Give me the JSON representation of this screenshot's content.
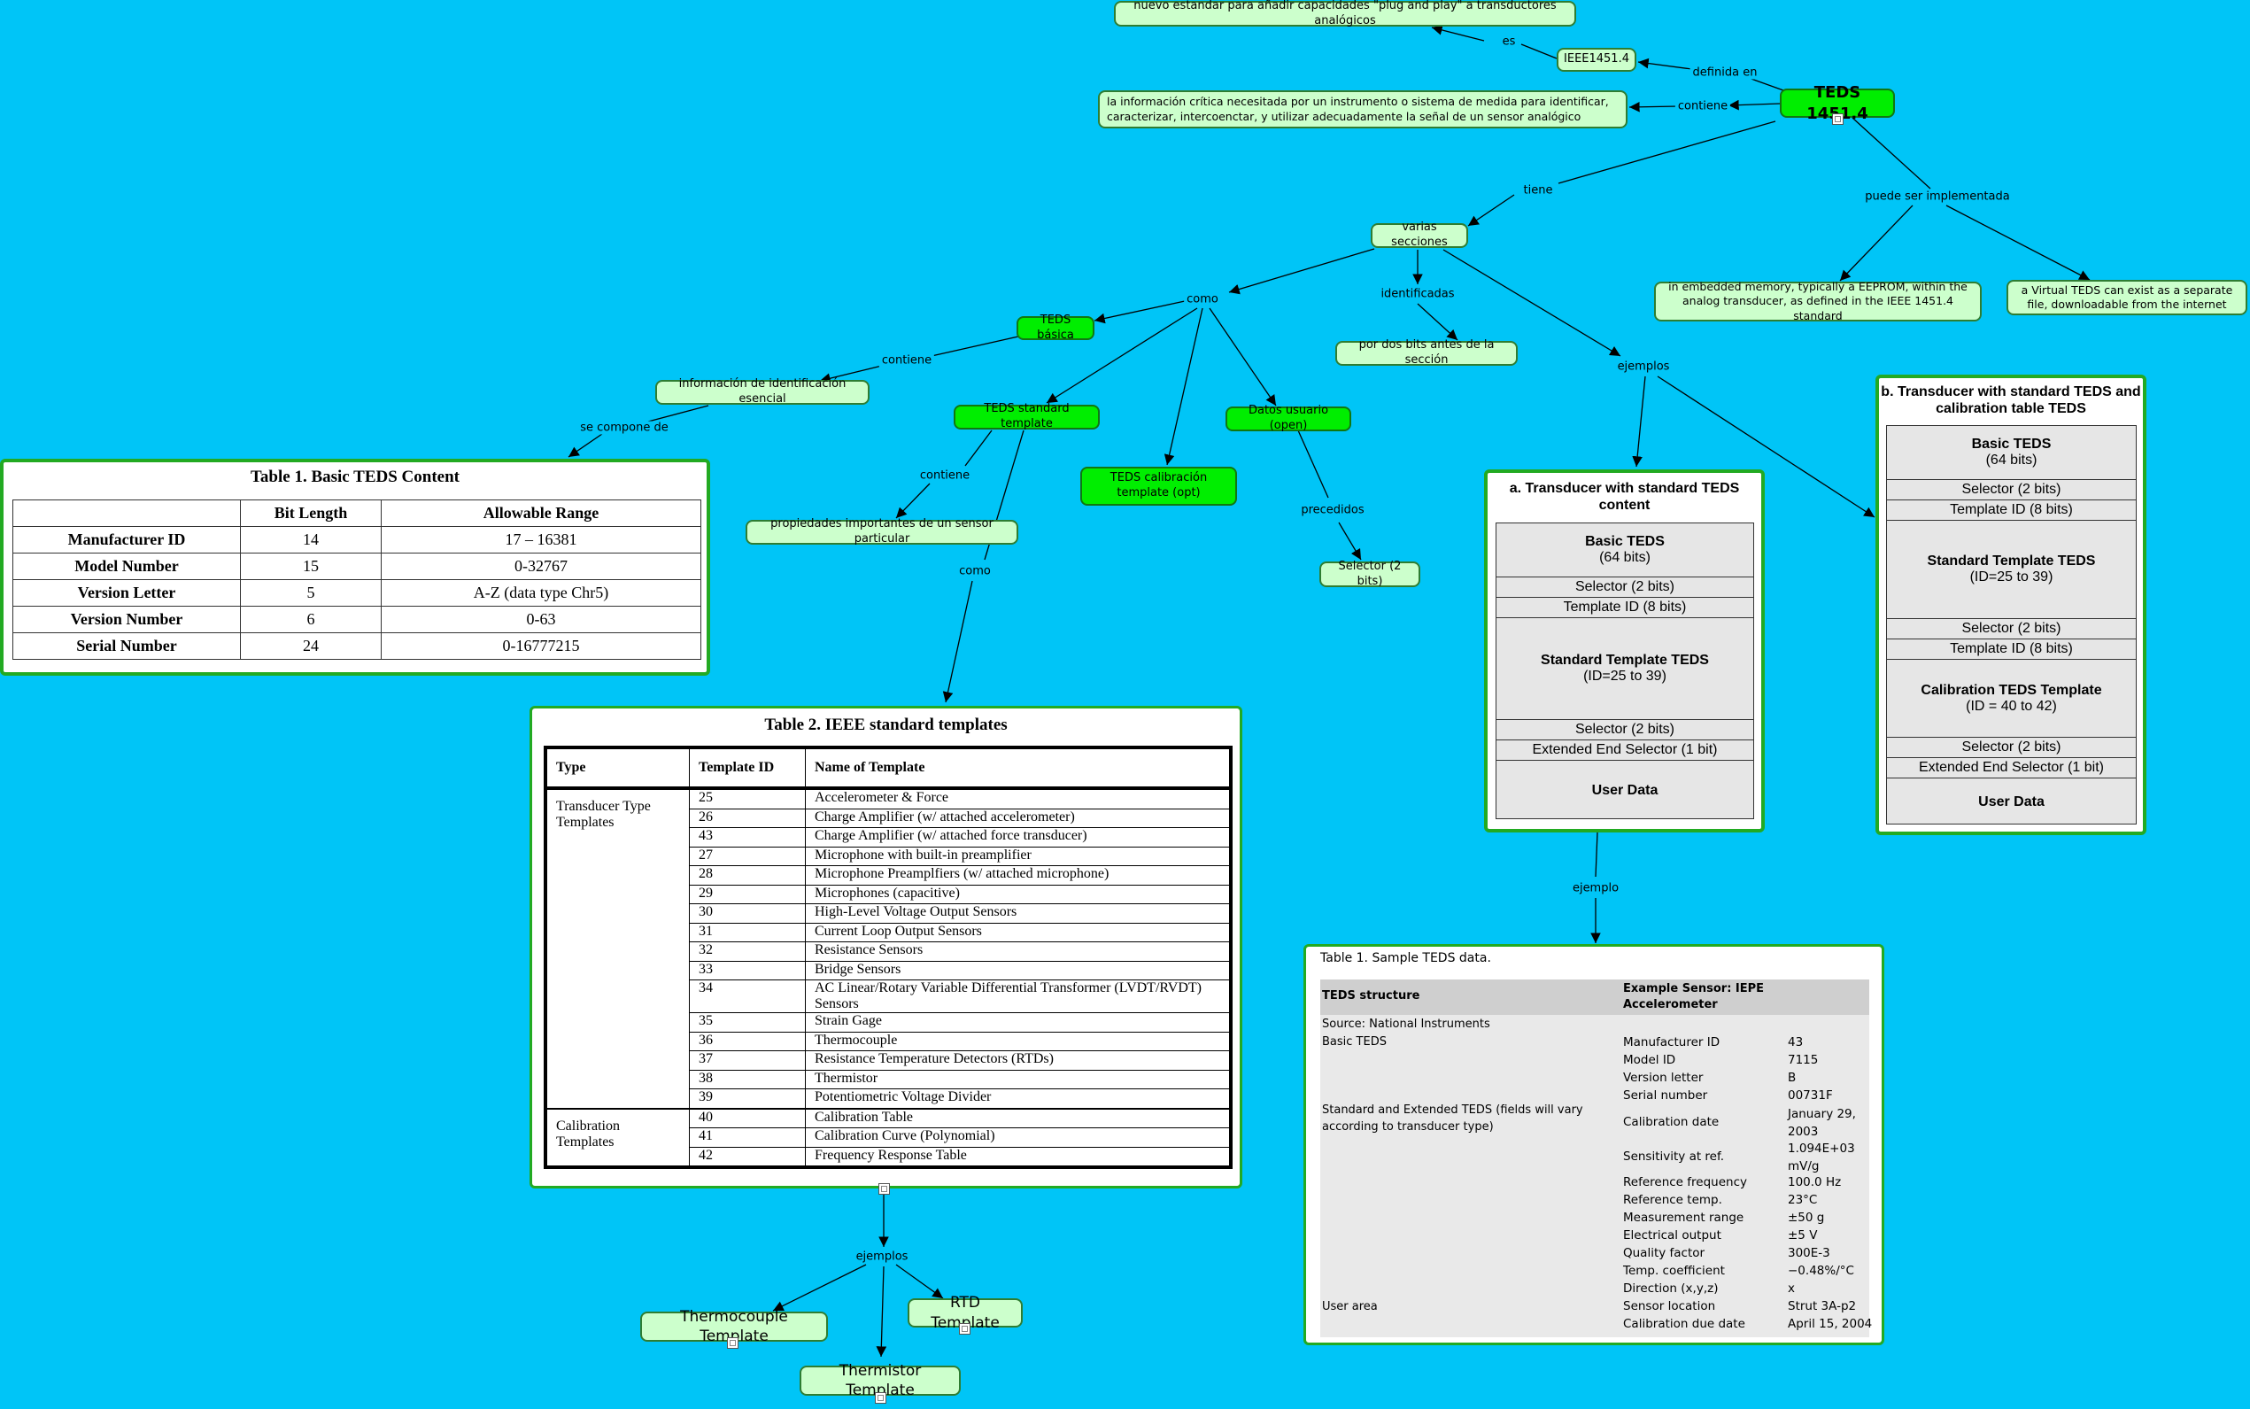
{
  "nodes": {
    "n_nuevo": "nuevo estandar para añadir capacidades \"plug and play\" a transductores analógicos",
    "n_ieee": "IEEE1451.4",
    "n_info": "la información crítica necesitada por un instrumento o sistema de medida para identificar, caracterizar, intercoenctar, y utilizar adecuadamente la señal de un sensor analógico",
    "n_teds": "TEDS 1451.4",
    "n_varias": "varias secciones",
    "n_embedded": "in embedded memory, typically a EEPROM, within the analog transducer, as defined in the IEEE 1451.4 standard",
    "n_virtual": "a Virtual TEDS can exist as a separate file, downloadable from the internet",
    "n_basica": "TEDS básica",
    "n_porbits": "por dos bits antes de la sección",
    "n_infoid": "información de identificación esencial",
    "n_std": "TEDS standard template",
    "n_usuario": "Datos usuario (open)",
    "n_calib": "TEDS calibración template (opt)",
    "n_props": "propiedades importantes de un sensor particular",
    "n_selector": "Selector (2 bits)",
    "n_thermo": "Thermocouple Template",
    "n_rtd": "RTD Template",
    "n_thermistor": "Thermistor Template"
  },
  "links": {
    "es": "es",
    "definida_en": "definida en",
    "contiene": "contiene",
    "tiene": "tiene",
    "puede": "puede ser implementada",
    "como": "como",
    "identificadas": "identificadas",
    "ejemplos": "ejemplos",
    "contiene2": "contiene",
    "se_compone": "se compone de",
    "contiene3": "contiene",
    "precedidos": "precedidos",
    "como2": "como",
    "ejemplo": "ejemplo",
    "ejemplos2": "ejemplos"
  },
  "table1": {
    "title": "Table 1.  Basic TEDS Content",
    "headers": [
      "",
      "Bit Length",
      "Allowable Range"
    ],
    "rows": [
      [
        "Manufacturer ID",
        "14",
        "17 – 16381"
      ],
      [
        "Model Number",
        "15",
        "0-32767"
      ],
      [
        "Version Letter",
        "5",
        "A-Z (data type Chr5)"
      ],
      [
        "Version Number",
        "6",
        "0-63"
      ],
      [
        "Serial Number",
        "24",
        "0-16777215"
      ]
    ]
  },
  "table2": {
    "title": "Table 2.  IEEE standard templates",
    "headers": [
      "Type",
      "Template ID",
      "Name of Template"
    ],
    "group1": "Transducer Type Templates",
    "group2": "Calibration Templates",
    "rows": [
      [
        "25",
        "Accelerometer & Force"
      ],
      [
        "26",
        "Charge Amplifier (w/ attached accelerometer)"
      ],
      [
        "43",
        "Charge Amplifier (w/ attached force transducer)"
      ],
      [
        "27",
        "Microphone with built-in preamplifier"
      ],
      [
        "28",
        "Microphone Preamplfiers (w/ attached microphone)"
      ],
      [
        "29",
        "Microphones (capacitive)"
      ],
      [
        "30",
        "High-Level Voltage Output Sensors"
      ],
      [
        "31",
        "Current Loop Output Sensors"
      ],
      [
        "32",
        "Resistance Sensors"
      ],
      [
        "33",
        "Bridge Sensors"
      ],
      [
        "34",
        "AC Linear/Rotary Variable Differential Transformer (LVDT/RVDT) Sensors"
      ],
      [
        "35",
        "Strain Gage"
      ],
      [
        "36",
        "Thermocouple"
      ],
      [
        "37",
        "Resistance Temperature Detectors (RTDs)"
      ],
      [
        "38",
        "Thermistor"
      ],
      [
        "39",
        "Potentiometric Voltage Divider"
      ],
      [
        "40",
        "Calibration Table"
      ],
      [
        "41",
        "Calibration Curve (Polynomial)"
      ],
      [
        "42",
        "Frequency Response Table"
      ]
    ]
  },
  "stackA": {
    "title": "a.  Transducer with standard TEDS content",
    "cells": [
      [
        "Basic TEDS",
        "(64 bits)"
      ],
      [
        "Selector (2 bits)"
      ],
      [
        "Template ID (8 bits)"
      ],
      [
        "Standard Template TEDS",
        "(ID=25 to 39)"
      ],
      [
        "Selector (2 bits)"
      ],
      [
        "Extended End Selector (1 bit)"
      ],
      [
        "User Data"
      ]
    ]
  },
  "stackB": {
    "title": "b.  Transducer with standard TEDS and calibration table TEDS",
    "cells": [
      [
        "Basic TEDS",
        "(64 bits)"
      ],
      [
        "Selector (2 bits)"
      ],
      [
        "Template ID (8 bits)"
      ],
      [
        "Standard Template TEDS",
        "(ID=25 to 39)"
      ],
      [
        "Selector (2 bits)"
      ],
      [
        "Template ID (8 bits)"
      ],
      [
        "Calibration TEDS Template",
        "(ID = 40 to 42)"
      ],
      [
        "Selector (2 bits)"
      ],
      [
        "Extended End Selector (1 bit)"
      ],
      [
        "User Data"
      ]
    ]
  },
  "sample": {
    "caption": "Table 1. Sample TEDS data.",
    "h1": "TEDS structure",
    "h2": "Example Sensor: IEPE Accelerometer",
    "source": "Source: National Instruments",
    "sec_basic": "Basic TEDS",
    "sec_std": "Standard and Extended TEDS (fields will vary according to transducer type)",
    "sec_user": "User area",
    "rows": [
      [
        "Manufacturer ID",
        "43"
      ],
      [
        "Model ID",
        "7115"
      ],
      [
        "Version letter",
        "B"
      ],
      [
        "Serial number",
        "00731F"
      ],
      [
        "Calibration date",
        "January 29, 2003"
      ],
      [
        "Sensitivity at ref.",
        "1.094E+03 mV/g"
      ],
      [
        "Reference frequency",
        "100.0 Hz"
      ],
      [
        "Reference temp.",
        "23°C"
      ],
      [
        "Measurement range",
        "±50 g"
      ],
      [
        "Electrical output",
        "±5 V"
      ],
      [
        "Quality factor",
        "300E-3"
      ],
      [
        "Temp. coefficient",
        "−0.48%/°C"
      ],
      [
        "Direction (x,y,z)",
        "x"
      ],
      [
        "Sensor location",
        "Strut 3A-p2"
      ],
      [
        "Calibration due date",
        "April 15, 2004"
      ]
    ]
  }
}
